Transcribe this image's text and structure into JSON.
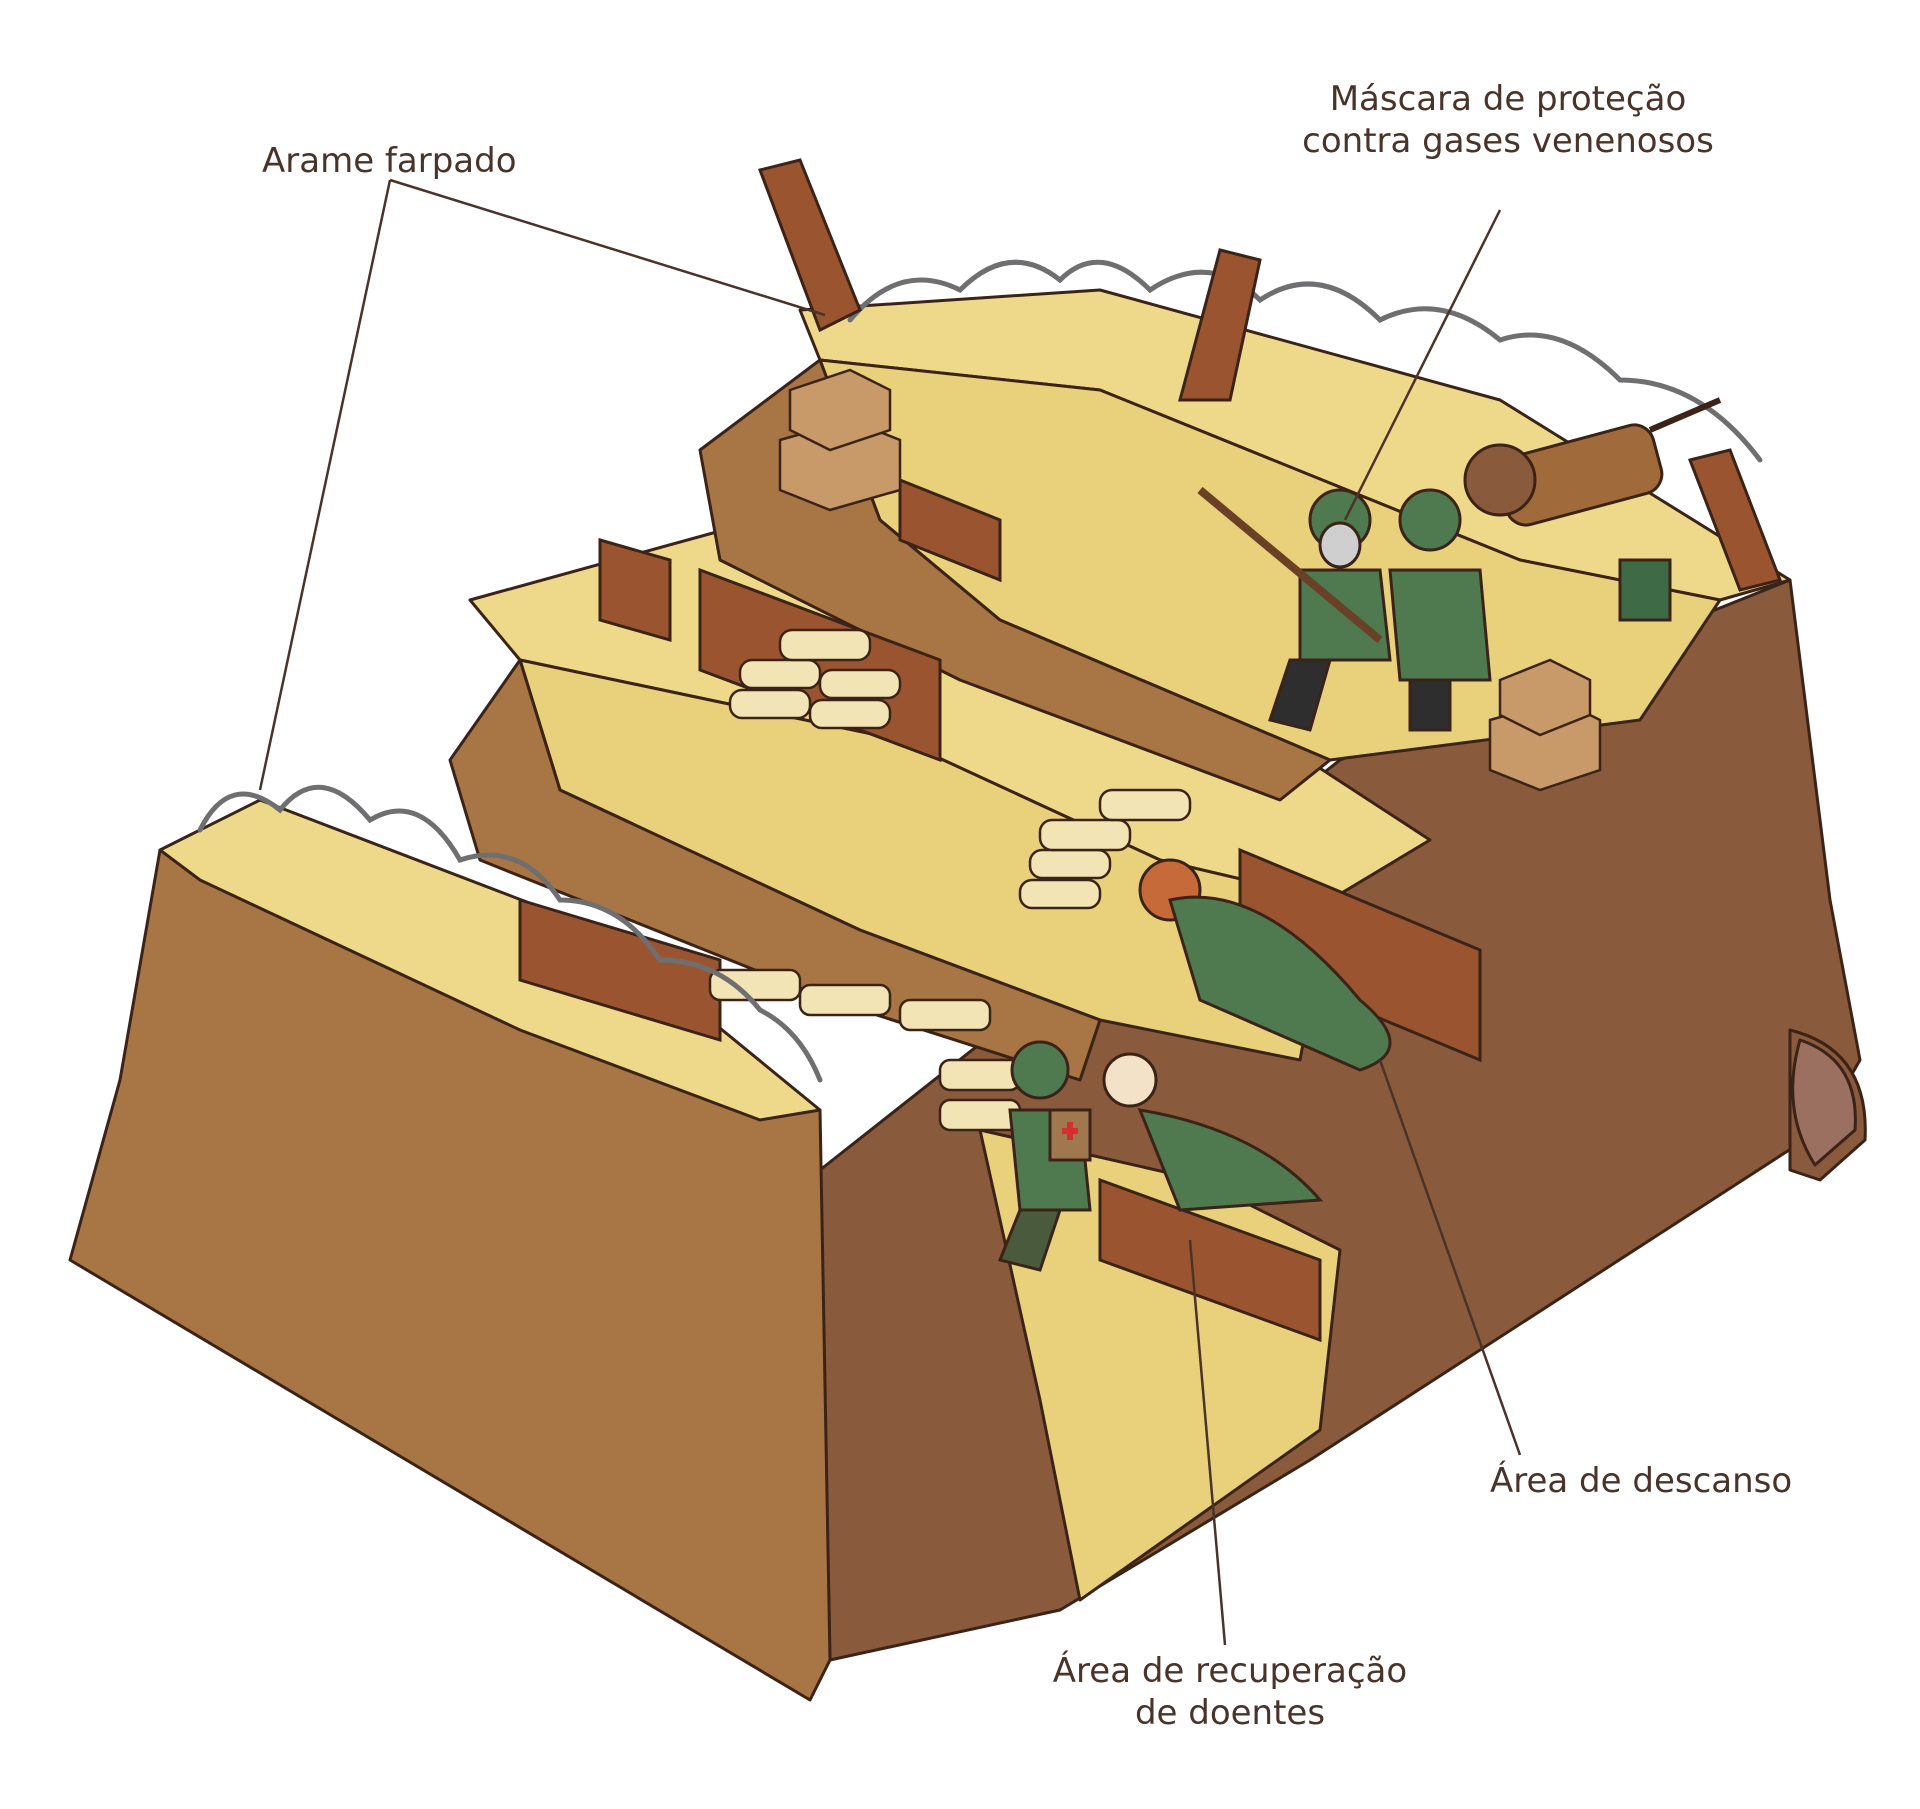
{
  "labels": {
    "barbed_wire": "Arame farpado",
    "gas_mask_line1": "Máscara de proteção",
    "gas_mask_line2": "contra gases venenosos",
    "rest_area": "Área de descanso",
    "recovery_line1": "Área de recuperação",
    "recovery_line2": "de doentes"
  },
  "colors": {
    "soil_front": "#a87545",
    "soil_side": "#8a5a3c",
    "sand": "#eed98a",
    "wood": "#9a5530",
    "sandbag": "#f2e4b5",
    "uniform": "#4f7a4f",
    "outline": "#3b2318",
    "label_text": "#4a3328"
  },
  "icons": [
    "barbed-wire-icon",
    "gas-mask-icon",
    "machine-gun-icon",
    "sandbag-icon",
    "crate-icon",
    "red-cross-icon",
    "rifle-icon"
  ]
}
